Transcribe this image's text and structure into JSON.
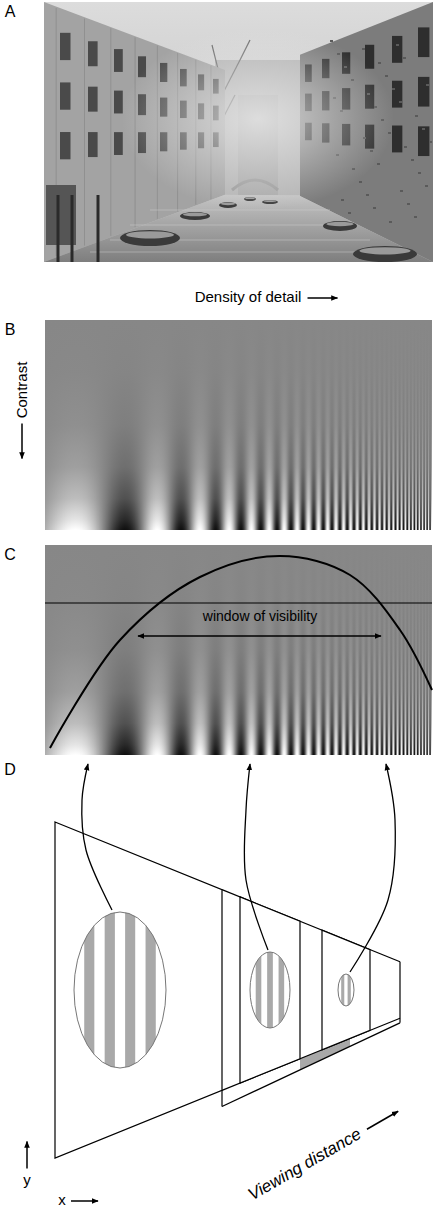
{
  "diagram": {
    "labels": [
      "A",
      "Density of detail",
      "B",
      "Contrast",
      "C",
      "window of visibility",
      "D",
      "y",
      "x",
      "Viewing distance"
    ]
  }
}
